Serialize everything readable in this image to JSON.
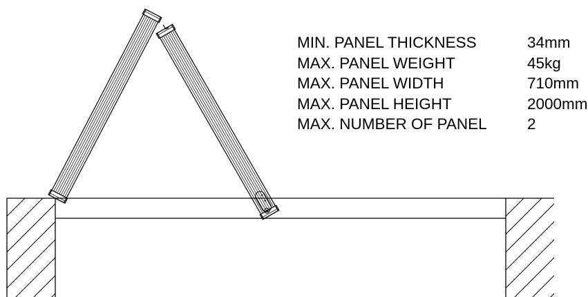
{
  "specs": [
    {
      "label": "MIN. PANEL THICKNESS",
      "value": "34mm"
    },
    {
      "label": "MAX. PANEL WEIGHT",
      "value": "45kg"
    },
    {
      "label": "MAX. PANEL WIDTH",
      "value": "710mm"
    },
    {
      "label": "MAX. PANEL HEIGHT",
      "value": "2000mm"
    },
    {
      "label": "MAX. NUMBER OF PANEL",
      "value": "2"
    }
  ],
  "colors": {
    "line": "#000000",
    "background": "#ffffff"
  }
}
